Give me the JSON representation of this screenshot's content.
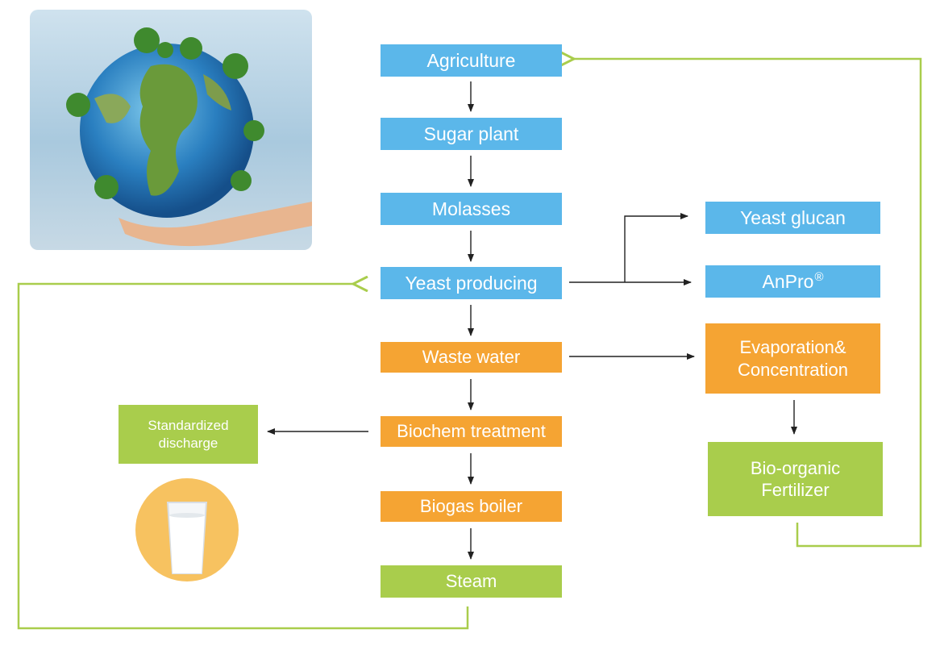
{
  "nodes": {
    "agriculture": {
      "label": "Agriculture",
      "color": "#5bb7ea"
    },
    "sugar_plant": {
      "label": "Sugar plant",
      "color": "#5bb7ea"
    },
    "molasses": {
      "label": "Molasses",
      "color": "#5bb7ea"
    },
    "yeast_producing": {
      "label": "Yeast producing",
      "color": "#5bb7ea"
    },
    "waste_water": {
      "label": "Waste water",
      "color": "#f5a433"
    },
    "biochem_treatment": {
      "label": "Biochem treatment",
      "color": "#f5a433"
    },
    "biogas_boiler": {
      "label": "Biogas boiler",
      "color": "#f5a433"
    },
    "steam": {
      "label": "Steam",
      "color": "#a9cd4c"
    },
    "yeast_glucan": {
      "label": "Yeast glucan",
      "color": "#5bb7ea"
    },
    "anpro": {
      "label": "AnPro",
      "sup": "®",
      "color": "#5bb7ea"
    },
    "evaporation": {
      "label": "Evaporation&\nConcentration",
      "color": "#f5a433"
    },
    "fertilizer": {
      "label": "Bio-organic\nFertilizer",
      "color": "#a9cd4c"
    },
    "discharge": {
      "label": "Standardized\ndischarge",
      "color": "#a9cd4c"
    }
  },
  "colors": {
    "recycle_line": "#a9cd4c",
    "arrow": "#222222"
  },
  "images": {
    "earth": "globe-with-trees-in-hand",
    "glass": "glass-of-water"
  }
}
